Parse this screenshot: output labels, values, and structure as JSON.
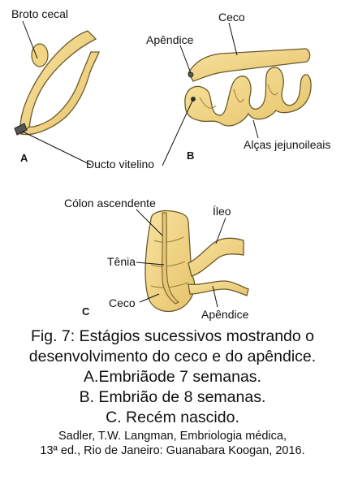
{
  "labels": {
    "broto_cecal": "Broto cecal",
    "ducto_vitelino": "Ducto vitelino",
    "apendice_b": "Apêndice",
    "ceco_b": "Ceco",
    "alcas_jejunoileais": "Alças jejunoileais",
    "colon_ascendente": "Cólon ascendente",
    "ileo": "Íleo",
    "tenia": "Tênia",
    "ceco_c": "Ceco",
    "apendice_c": "Apêndice"
  },
  "panels": {
    "a": "A",
    "b": "B",
    "c": "C"
  },
  "caption": {
    "line1": "Fig. 7: Estágios sucessivos mostrando o",
    "line2": "desenvolvimento do ceco e do apêndice.",
    "line3": "A.Embriãode 7 semanas.",
    "line4": "B. Embrião de 8 semanas.",
    "line5": "C. Recém nascido.",
    "credit1": "Sadler, T.W. Langman, Embriologia médica,",
    "credit2": "13ª ed., Rio de Janeiro: Guanabara Koogan, 2016."
  },
  "colors": {
    "gut_fill": "#f3d683",
    "gut_outline": "#6b5a2a",
    "gut_shade": "#d9b45a",
    "text": "#111111"
  }
}
